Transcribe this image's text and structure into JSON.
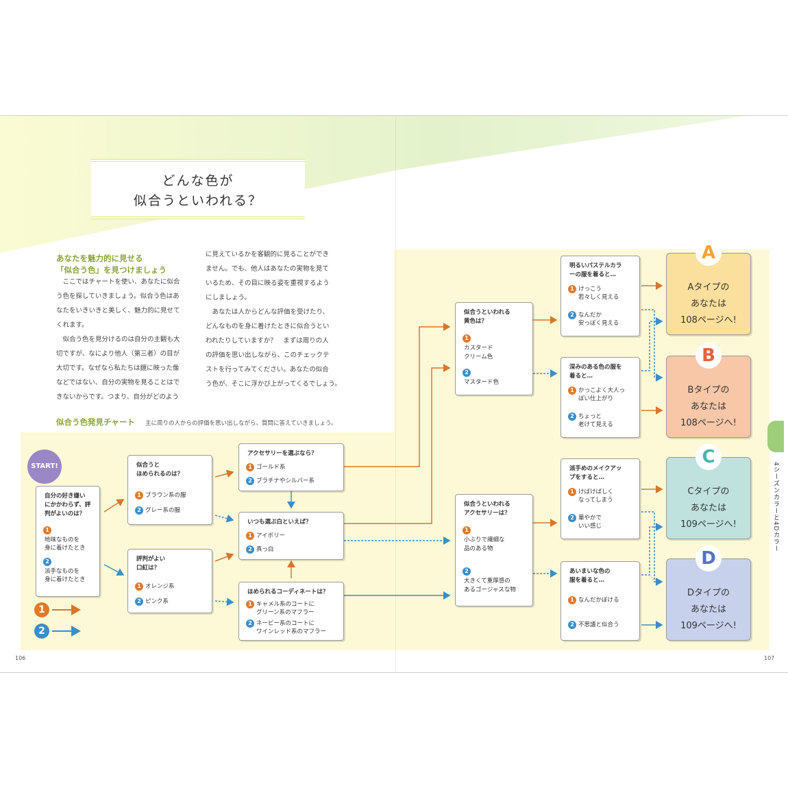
{
  "title": {
    "line1": "どんな色が",
    "line2": "似合うといわれる？"
  },
  "lead": {
    "line1": "あなたを魅力的に見せる",
    "line2": "「似合う色」を見つけましょう"
  },
  "body": {
    "col1": [
      "　ここではチャートを使い、あなたに似合",
      "う色を探していきましょう。似合う色はあ",
      "なたをいきいきと美しく、魅力的に見せて",
      "くれます。",
      "　似合う色を見分けるのは自分の主観も大",
      "切ですが、なにより他人（第三者）の目が",
      "大切です。なぜなら私たちは鏡に映った像",
      "などではない、自分の実物を見ることはで",
      "きないからです。つまり、自分がどのよう"
    ],
    "col2": [
      "に見えているかを客観的に見ることができ",
      "ません。でも、他人はあなたの実物を見て",
      "いるため、その目に映る姿を重視するよう",
      "にしましょう。",
      "　あなたは人からどんな評価を受けたり、",
      "どんなものを身に着けたときに似合うとい",
      "われたりしていますか？　まずは周りの人",
      "の評価を思い出しながら、このチェックテ",
      "ストを行ってみてください。あなたの似合",
      "う色が、そこに浮かび上がってくるでしょう。"
    ]
  },
  "chart": {
    "title": "似合う色発見チャート",
    "subtitle": "主に周りの人からの評価を思い出しながら、質問に答えていきましょう。"
  },
  "start": "START!",
  "legend": {
    "n1": "1",
    "n2": "2"
  },
  "boxes": {
    "q0": {
      "q": "自分の好き嫌い\nにかかわらず、評\n判がよいのは？",
      "o1": "地味なものを\n身に着けたとき",
      "o2": "派手なものを\n身に着けたとき"
    },
    "q1": {
      "q": "似合うと\nほめられるのは？",
      "o1": "ブラウン系の服",
      "o2": "グレー系の服"
    },
    "q2": {
      "q": "評判がよい\n口紅は？",
      "o1": "オレンジ系",
      "o2": "ピンク系"
    },
    "q3": {
      "q": "アクセサリーを選ぶなら？",
      "o1": "ゴールド系",
      "o2": "プラチナやシルバー系"
    },
    "q4": {
      "q": "いつも選ぶ白といえば？",
      "o1": "アイボリー",
      "o2": "真っ白"
    },
    "q5": {
      "q": "ほめられるコーディネートは？",
      "o1": "キャメル系のコートに\nグリーン系のマフラー",
      "o2": "ネービー系のコートに\nワインレッド系のマフラー"
    },
    "q6": {
      "q": "似合うといわれる\n黄色は？",
      "o1": "カスタード\nクリーム色",
      "o2": "マスタード色"
    },
    "q7": {
      "q": "似合うといわれる\nアクセサリーは？",
      "o1": "小ぶりで繊細な\n品のある物",
      "o2": "大きくて重厚感の\nあるゴージャスな物"
    },
    "q8": {
      "q": "明るいパステルカラ\nーの服を着ると…",
      "o1": "けっこう\n若々しく見える",
      "o2": "なんだか\n安っぽく見える"
    },
    "q9": {
      "q": "深みのある色の服を\n着ると…",
      "o1": "かっこよく大人っ\nぽい仕上がり",
      "o2": "ちょっと\n老けて見える"
    },
    "q10": {
      "q": "派手めのメイクアッ\nプをすると…",
      "o1": "けばけばしく\nなってしまう",
      "o2": "華やかで\nいい感じ"
    },
    "q11": {
      "q": "あいまいな色の\n服を着ると…",
      "o1": "なんだかぼける",
      "o2": "不思議と似合う"
    }
  },
  "results": [
    {
      "letter": "A",
      "text": "Aタイプの\nあなたは\n108ページへ!",
      "bg": "#fbdf9c",
      "accent": "#f2a43a"
    },
    {
      "letter": "B",
      "text": "Bタイプの\nあなたは\n108ページへ!",
      "bg": "#f7c7a8",
      "accent": "#e4623f"
    },
    {
      "letter": "C",
      "text": "Cタイプの\nあなたは\n109ページへ!",
      "bg": "#bfe2df",
      "accent": "#49b3ad"
    },
    {
      "letter": "D",
      "text": "Dタイプの\nあなたは\n109ページへ!",
      "bg": "#c8d1ec",
      "accent": "#5572c4"
    }
  ],
  "side": {
    "vertical": "4シーズンカラーと4Dカラー"
  },
  "pages": {
    "left": "106",
    "right": "107"
  },
  "colors": {
    "arrow1": "#d9762a",
    "arrow2": "#3a8ec9",
    "lead": "#8aa43a",
    "highlight": "#fdf9d6"
  }
}
